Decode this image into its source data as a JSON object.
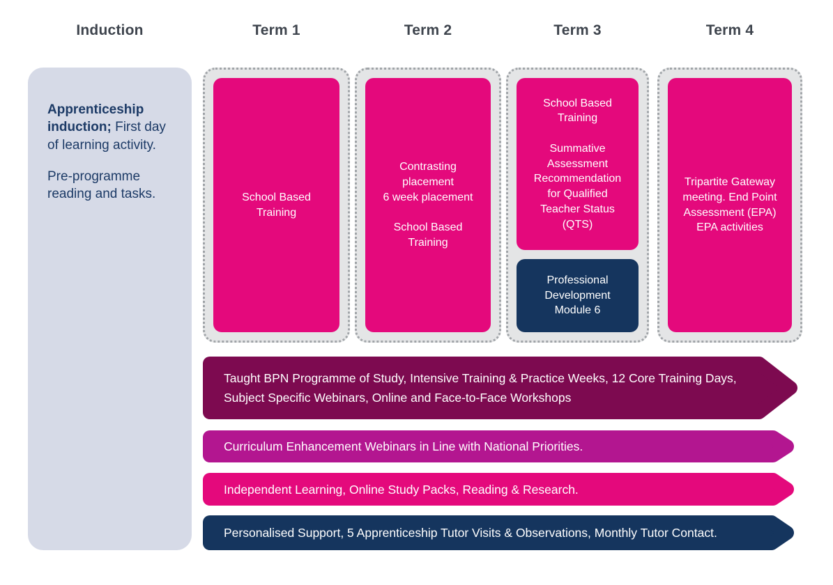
{
  "colors": {
    "pink": "#e4097c",
    "navy": "#15355e",
    "maroon": "#7d0a50",
    "magenta": "#b31690",
    "panel_lavender": "#d6dae7",
    "container_gray": "#e4e5e6",
    "header_text": "#3e444d",
    "panel_text": "#1c3a66"
  },
  "header": {
    "induction_label": "Induction"
  },
  "induction_panel": {
    "lead_bold": "Apprenticeship induction;",
    "lead_rest": " First day of learning activity.",
    "paragraph_2": "Pre-programme reading and tasks."
  },
  "terms": [
    {
      "name": "Term 1",
      "boxes": [
        {
          "style": "pink",
          "text": "School Based\nTraining"
        }
      ]
    },
    {
      "name": "Term 2",
      "boxes": [
        {
          "style": "pink",
          "text": "Contrasting\nplacement\n6 week placement\n\nSchool Based\nTraining"
        }
      ]
    },
    {
      "name": "Term 3",
      "boxes": [
        {
          "style": "pink",
          "text": "School Based\nTraining\n\nSummative\nAssessment\nRecommendation\nfor Qualified\nTeacher Status\n(QTS)"
        },
        {
          "style": "navy",
          "text": "Professional\nDevelopment\nModule 6"
        }
      ]
    },
    {
      "name": "Term 4",
      "boxes": [
        {
          "style": "pink",
          "text": "Tripartite Gateway\nmeeting. End Point\nAssessment (EPA)\nEPA activities"
        }
      ]
    }
  ],
  "banners": [
    {
      "style": "maroon",
      "text": "Taught BPN Programme of Study, Intensive Training & Practice Weeks, 12 Core Training Days,\nSubject Specific Webinars, Online and Face-to-Face Workshops"
    },
    {
      "style": "magenta",
      "text": "Curriculum Enhancement Webinars in Line with National Priorities."
    },
    {
      "style": "pink",
      "text": "Independent Learning, Online Study Packs, Reading & Research."
    },
    {
      "style": "navy",
      "text": "Personalised Support, 5 Apprenticeship Tutor Visits & Observations, Monthly Tutor Contact."
    }
  ]
}
